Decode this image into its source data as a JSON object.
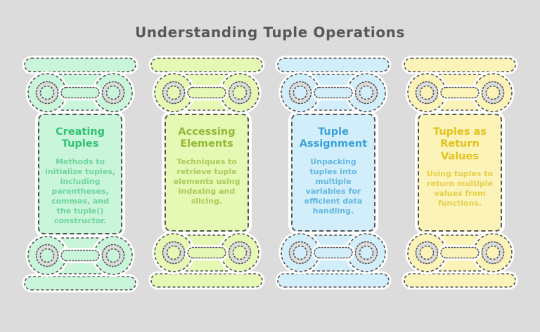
{
  "page": {
    "title": "Understanding Tuple Operations",
    "background_color": "#dcdcdc",
    "heading_color": "#58585a",
    "outline_color": "#555555",
    "halo_color": "#ffffff"
  },
  "pillars": [
    {
      "icon": "greek-column-pillar-icon",
      "title": "Creating Tuples",
      "description": "Methods to initialize tuples, including parentheses, commas, and the tuple() constructor.",
      "fill": "#c9f5da",
      "title_color": "#31c276",
      "desc_color": "#6ed59e"
    },
    {
      "icon": "greek-column-pillar-icon",
      "title": "Accessing Elements",
      "description": "Techniques to retrieve tuple elements using indexing and slicing.",
      "fill": "#e6f9b4",
      "title_color": "#92b836",
      "desc_color": "#a9cb57"
    },
    {
      "icon": "greek-column-pillar-icon",
      "title": "Tuple Assignment",
      "description": "Unpacking tuples into multiple variables for efficient data handling.",
      "fill": "#d2eefb",
      "title_color": "#39a2d5",
      "desc_color": "#63b8df"
    },
    {
      "icon": "greek-column-pillar-icon",
      "title": "Tuples as Return Values",
      "description": "Using tuples to return multiple values from functions.",
      "fill": "#fbf3b8",
      "title_color": "#e2c31c",
      "desc_color": "#e6cf48"
    }
  ]
}
